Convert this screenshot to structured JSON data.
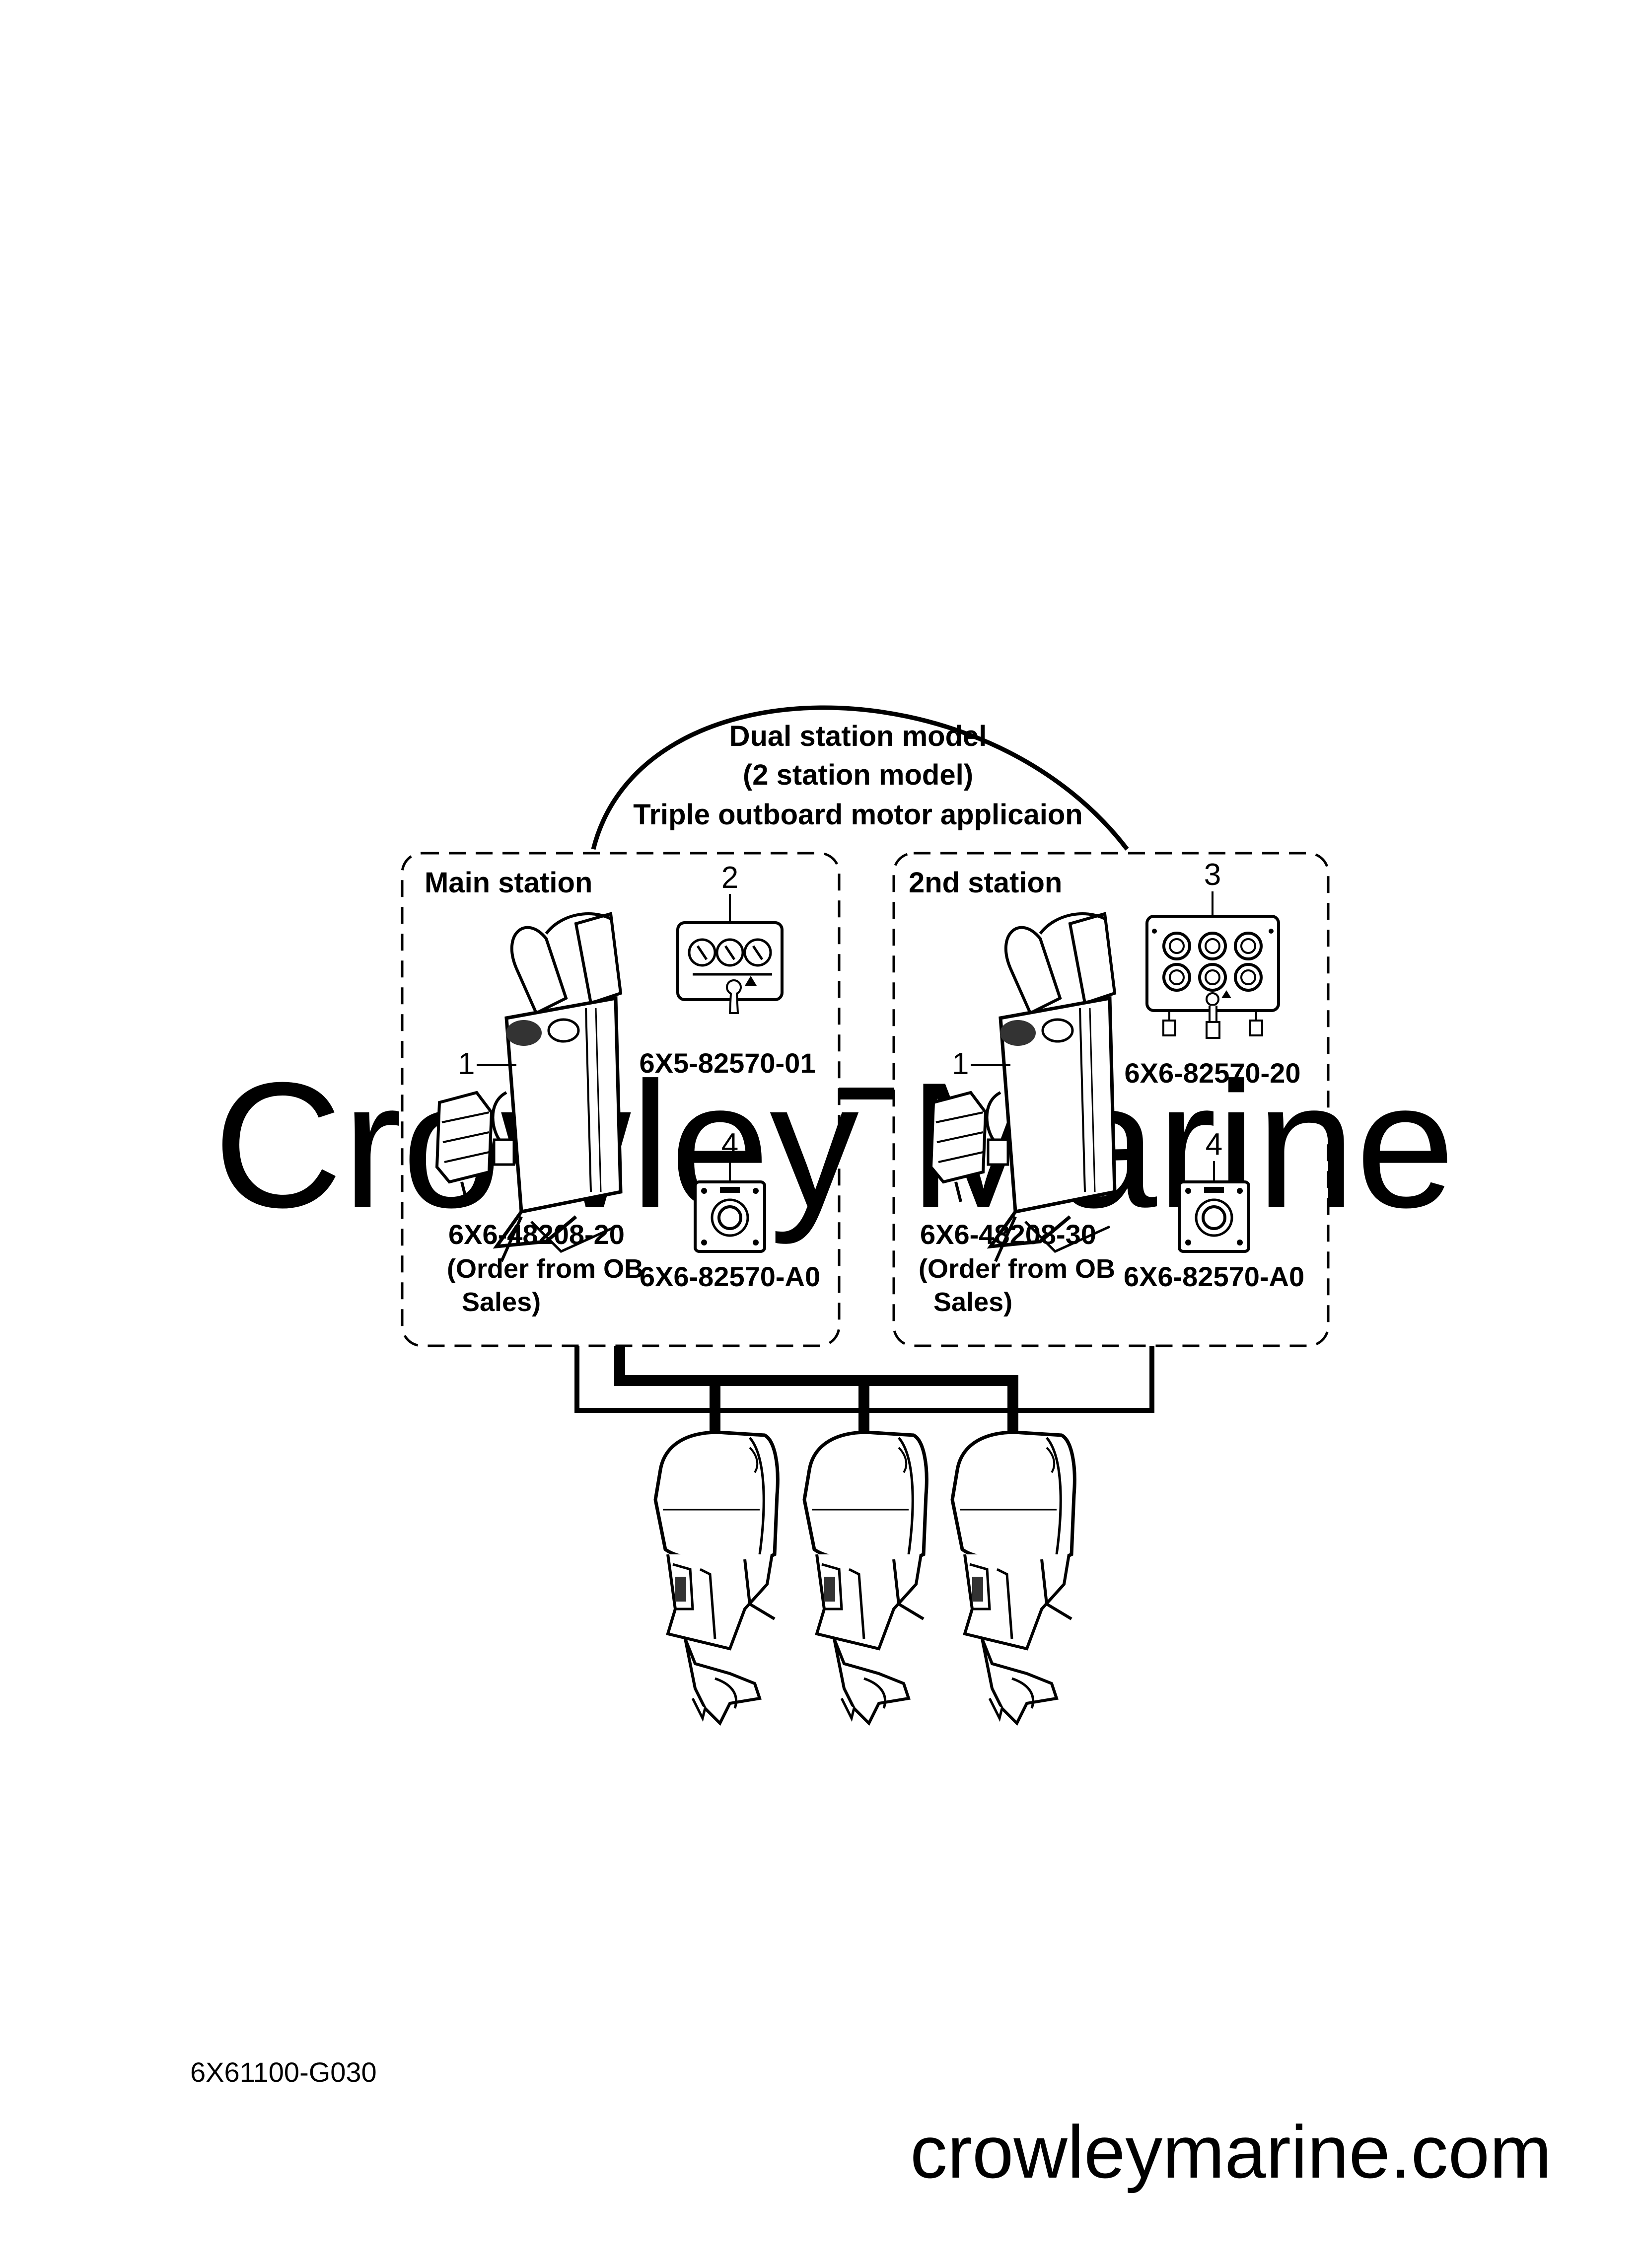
{
  "title": {
    "line1": "Dual station model",
    "line2": "(2 station model)",
    "line3": "Triple outboard motor applicaion"
  },
  "main_station": {
    "label": "Main station",
    "control": {
      "callout": "1",
      "part_number": "6X6-48208-20",
      "note_line1": "(Order from OB",
      "note_line2": "Sales)"
    },
    "switch_panel": {
      "callout": "2",
      "part_number": "6X5-82570-01"
    },
    "stop_switch": {
      "callout": "4",
      "part_number": "6X6-82570-A0"
    }
  },
  "second_station": {
    "label": "2nd station",
    "control": {
      "callout": "1",
      "part_number": "6X6-48208-30",
      "note_line1": "(Order from OB",
      "note_line2": "Sales)"
    },
    "switch_panel": {
      "callout": "3",
      "part_number": "6X6-82570-20"
    },
    "stop_switch": {
      "callout": "4",
      "part_number": "6X6-82570-A0"
    }
  },
  "outboard_count": 3,
  "watermark": "Crowley Marine",
  "diagram_code": "6X61100-G030",
  "site": "crowleymarine.com"
}
